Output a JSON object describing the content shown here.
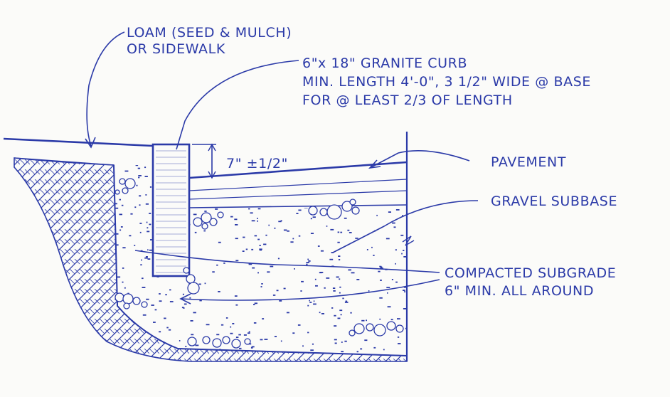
{
  "diagram": {
    "labels": {
      "loam": [
        "LOAM (SEED & MULCH)",
        "OR SIDEWALK"
      ],
      "curb": [
        "6\"x 18\" GRANITE CURB",
        "MIN. LENGTH 4'-0\", 3 1/2\" WIDE @ BASE",
        "FOR @ LEAST 2/3 OF LENGTH"
      ],
      "reveal": "7\" ±1/2\"",
      "pavement": "PAVEMENT",
      "gravel": "GRAVEL SUBBASE",
      "subgrade": [
        "COMPACTED SUBGRADE",
        "6\" MIN. ALL AROUND"
      ]
    },
    "colors": {
      "ink": "#2b3aa8",
      "paper": "#fbfbf9"
    }
  }
}
